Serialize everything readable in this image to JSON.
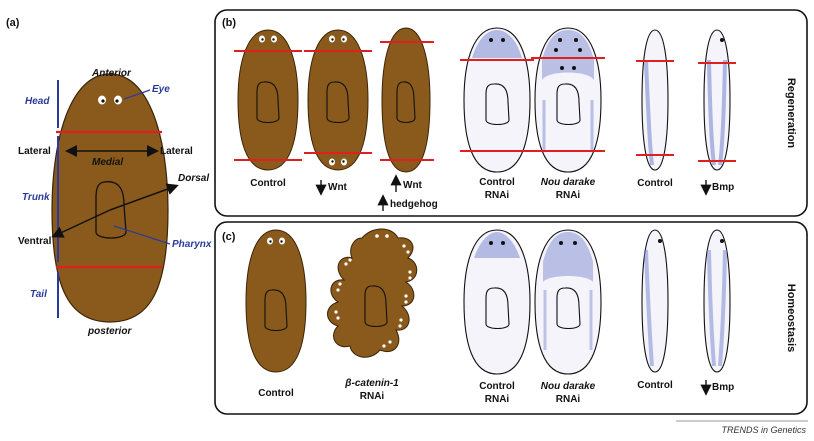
{
  "colors": {
    "body_brown": "#8a5a1c",
    "red_line": "#e02020",
    "blue_accent": "#2a3a9a",
    "stain_blue": "#7d8ad0",
    "pale_body": "#f4f4fa"
  },
  "panel_a": {
    "label": "(a)",
    "anterior": "Anterior",
    "eye": "Eye",
    "head": "Head",
    "lateral_left": "Lateral",
    "lateral_right": "Lateral",
    "medial": "Medial",
    "dorsal": "Dorsal",
    "trunk": "Trunk",
    "ventral": "Ventral",
    "pharynx": "Pharynx",
    "tail": "Tail",
    "posterior": "posterior"
  },
  "panel_b": {
    "label": "(b)",
    "side_label": "Regeneration",
    "captions": {
      "control": "Control",
      "wnt_down": "Wnt",
      "wnt_up": "Wnt",
      "hedgehog_up": "hedgehog",
      "control_rnai_1": "Control",
      "control_rnai_2": "RNAi",
      "nou_darake_1": "Nou darake",
      "nou_darake_2": "RNAi",
      "control_side": "Control",
      "bmp_down": "Bmp"
    }
  },
  "panel_c": {
    "label": "(c)",
    "side_label": "Homeostasis",
    "captions": {
      "control": "Control",
      "beta_catenin_1": "β-catenin-1",
      "beta_catenin_2": "RNAi",
      "control_rnai_1": "Control",
      "control_rnai_2": "RNAi",
      "nou_darake_1": "Nou darake",
      "nou_darake_2": "RNAi",
      "control_side": "Control",
      "bmp_down": "Bmp"
    }
  },
  "credit": "TRENDS in Genetics",
  "icons": {
    "arrow_down": "arrow-down-icon",
    "arrow_up": "arrow-up-icon"
  }
}
